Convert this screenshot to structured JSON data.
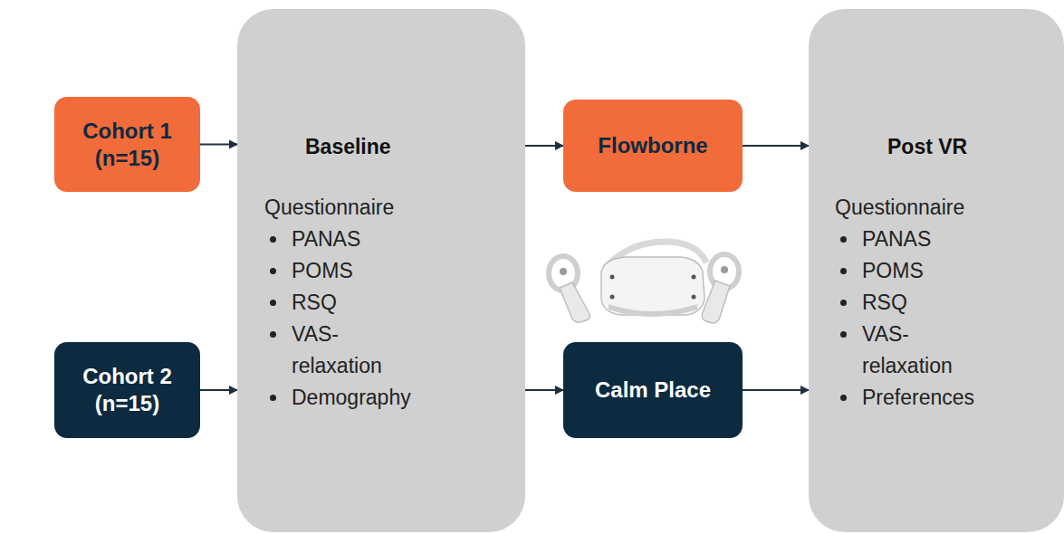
{
  "diagram": {
    "nodes": [
      {
        "text": [
          "Cohort 1 (n=15)"
        ]
      },
      {
        "text": [
          "Baseline",
          "Questionnaire",
          "PANAS",
          "POMS",
          "RSQ",
          "VAS- relaxation",
          "Demography"
        ]
      },
      {
        "text": [
          "Flowborne"
        ]
      },
      {
        "text": [
          "Post VR",
          "Questionnaire",
          "PANAS",
          "POMS",
          "RSQ",
          "VAS- relaxation",
          "Preferences"
        ]
      },
      {
        "text": [
          "Cohort 2 (n=15)"
        ]
      },
      {
        "text": [
          "Calm Place"
        ]
      }
    ],
    "edges": [
      {
        "from": 0,
        "to": 1,
        "arrow": "to"
      },
      {
        "from": 1,
        "to": 2,
        "arrow": "to"
      },
      {
        "from": 2,
        "to": 3,
        "arrow": "to"
      },
      {
        "from": 4,
        "to": 1,
        "arrow": "to"
      },
      {
        "from": 1,
        "to": 5,
        "arrow": "to"
      },
      {
        "from": 5,
        "to": 3,
        "arrow": "to"
      }
    ]
  }
}
